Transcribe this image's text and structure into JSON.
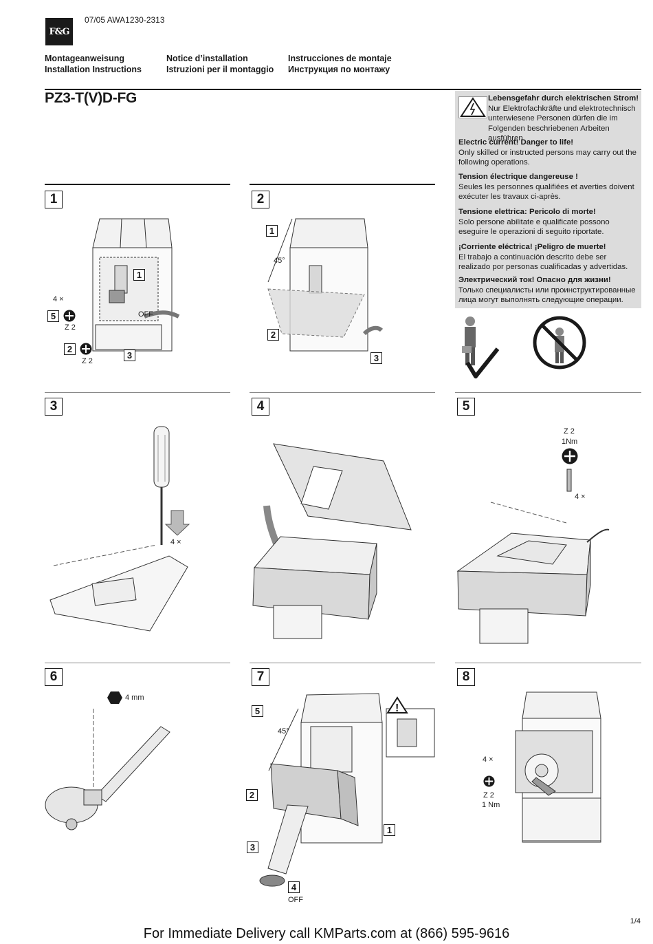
{
  "header": {
    "logo_text": "F&G",
    "doc_number": "07/05 AWA1230-2313",
    "languages": [
      [
        "Montageanweisung",
        "Installation Instructions"
      ],
      [
        "Notice d’installation",
        "Istruzioni per il montaggio"
      ],
      [
        "Instrucciones de montaje",
        "Инструкция по монтажу"
      ]
    ]
  },
  "title": "PZ3-T(V)D-FG",
  "warnings": [
    {
      "head": "Lebensgefahr durch elektrischen Strom!",
      "body": "Nur Elektrofachkräfte und elektrotechnisch unterwiesene Personen dürfen die im Folgenden beschriebenen Arbeiten ausführen."
    },
    {
      "head": "Electric current! Danger to life!",
      "body": "Only skilled or instructed persons may carry out the following operations."
    },
    {
      "head": "Tension électrique dangereuse !",
      "body": "Seules les personnes qualifiées et averties doivent exécuter les travaux ci-après."
    },
    {
      "head": "Tensione elettrica: Pericolo di morte!",
      "body": "Solo persone abilitate e qualificate possono eseguire le operazioni di seguito riportate."
    },
    {
      "head": "¡Corriente eléctrica! ¡Peligro de muerte!",
      "body": "El trabajo a continuación descrito debe ser realizado por personas cualificadas y advertidas."
    },
    {
      "head": "Электрический ток! Опасно для жизни!",
      "body": "Только специалисты или проинструктированные лица могут выполнять следующие операции."
    }
  ],
  "steps": {
    "s1": {
      "num": "1",
      "labels": {
        "count": "4 ×",
        "z": "Z 2",
        "z2": "Z 2",
        "off": "OFF",
        "n1": "1",
        "n2": "2",
        "n3": "3",
        "n5": "5"
      }
    },
    "s2": {
      "num": "2",
      "labels": {
        "angle": "45°",
        "n1": "1",
        "n2": "2",
        "n3": "3"
      }
    },
    "s3": {
      "num": "3",
      "labels": {
        "count": "4 ×"
      }
    },
    "s4": {
      "num": "4"
    },
    "s5": {
      "num": "5",
      "labels": {
        "z": "Z 2",
        "torque": "1Nm",
        "count": "4 ×"
      }
    },
    "s6": {
      "num": "6",
      "labels": {
        "hex": "4 mm"
      }
    },
    "s7": {
      "num": "7",
      "labels": {
        "angle": "45°",
        "off": "OFF",
        "n1": "1",
        "n2": "2",
        "n3": "3",
        "n4": "4",
        "n5": "5"
      }
    },
    "s8": {
      "num": "8",
      "labels": {
        "count": "4 ×",
        "z": "Z 2",
        "torque": "1 Nm"
      }
    }
  },
  "page_number": "1/4",
  "footer": "For Immediate Delivery call KMParts.com at (866) 595-9616"
}
